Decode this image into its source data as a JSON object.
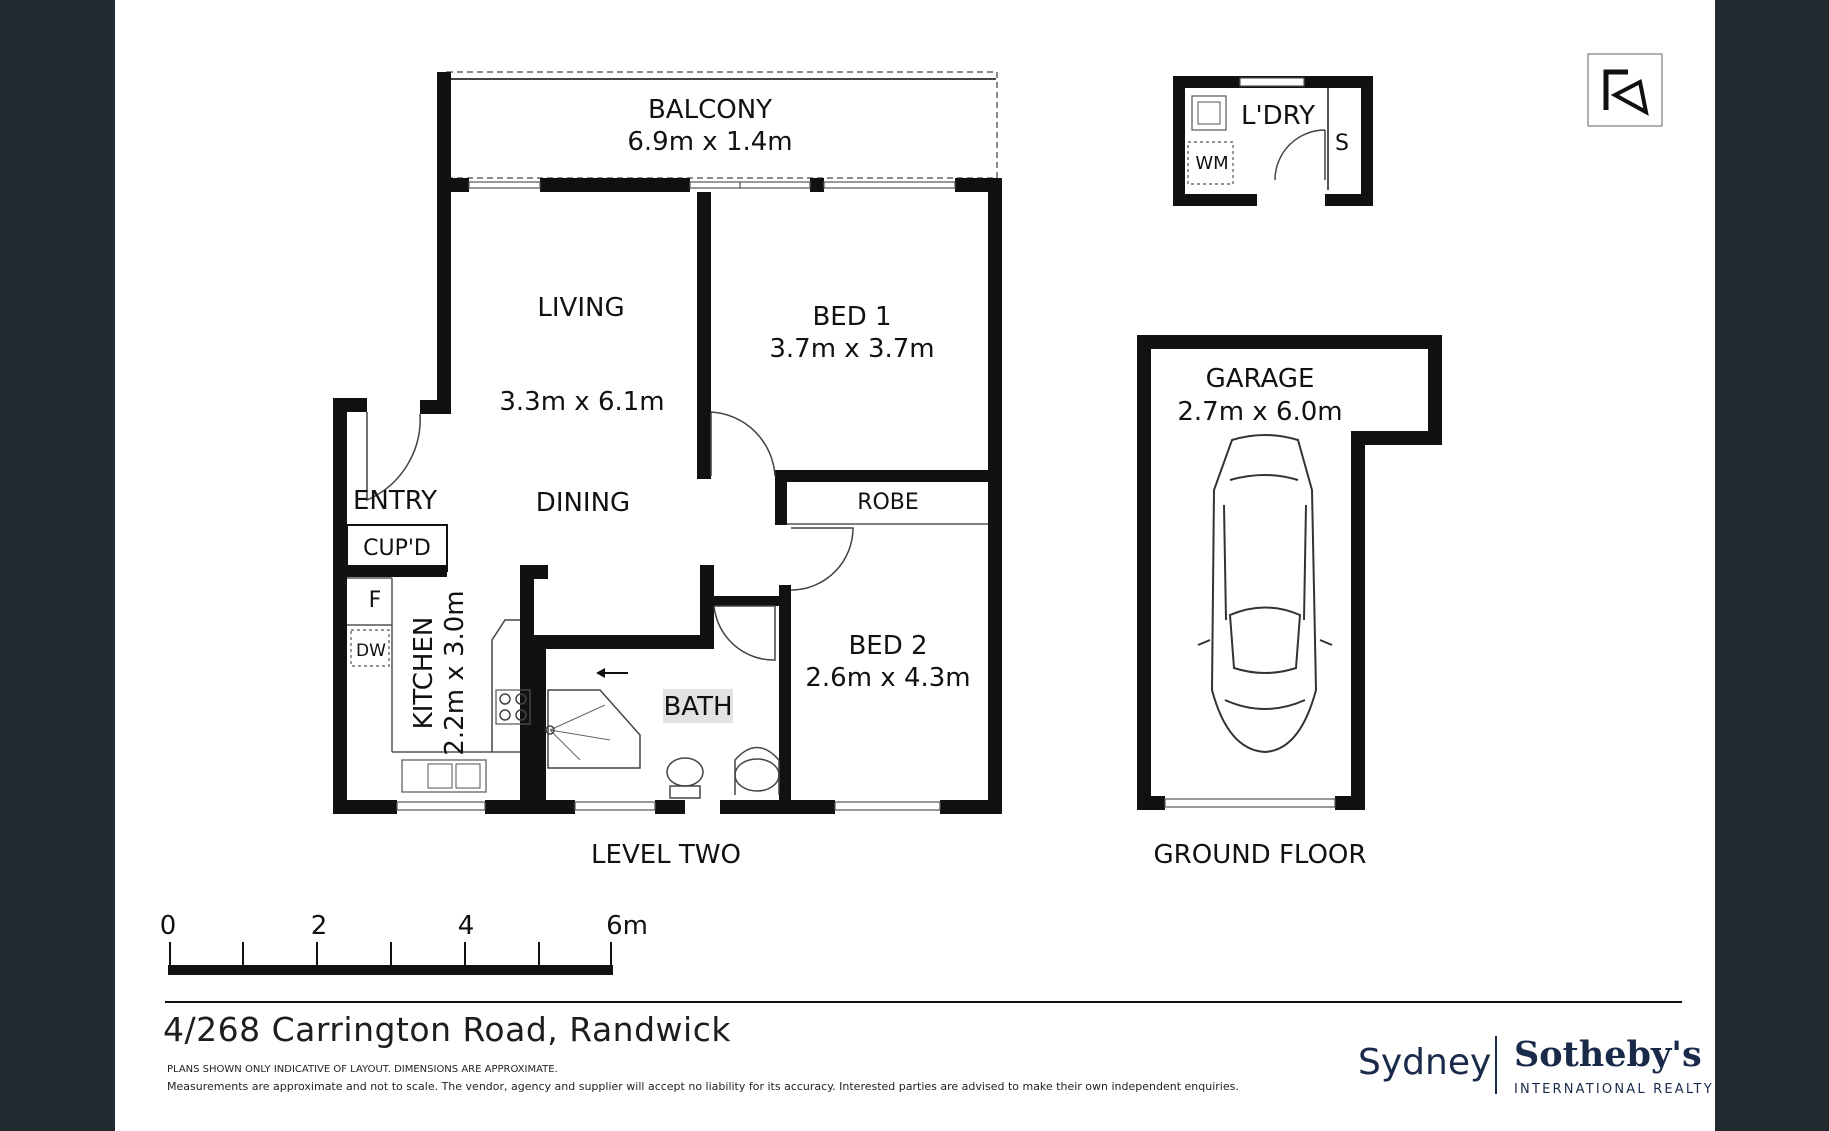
{
  "rooms": {
    "balcony": {
      "name": "BALCONY",
      "dims": "6.9m x 1.4m"
    },
    "living": {
      "name": "LIVING",
      "dims": "3.3m x 6.1m"
    },
    "dining": {
      "name": "DINING"
    },
    "bed1": {
      "name": "BED 1",
      "dims": "3.7m x 3.7m"
    },
    "entry": {
      "name": "ENTRY"
    },
    "cupd": {
      "name": "CUP'D"
    },
    "robe": {
      "name": "ROBE"
    },
    "bed2": {
      "name": "BED 2",
      "dims": "2.6m x 4.3m"
    },
    "kitchen": {
      "name": "KITCHEN",
      "dims": "2.2m x 3.0m"
    },
    "fridge": {
      "name": "F"
    },
    "dishwasher": {
      "name": "DW"
    },
    "bath": {
      "name": "BATH"
    },
    "laundry": {
      "name": "L'DRY"
    },
    "washing_machine": {
      "name": "WM"
    },
    "storage": {
      "name": "S"
    },
    "garage": {
      "name": "GARAGE",
      "dims": "2.7m x 6.0m"
    }
  },
  "levels": {
    "level_two": "LEVEL TWO",
    "ground_floor": "GROUND FLOOR"
  },
  "scale": {
    "labels": [
      "0",
      "2",
      "4",
      "6m"
    ]
  },
  "footer": {
    "address": "4/268 Carrington Road, Randwick",
    "disclaimer_1": "PLANS SHOWN ONLY INDICATIVE OF LAYOUT. DIMENSIONS ARE APPROXIMATE.",
    "disclaimer_2": "Measurements are approximate and not to scale. The vendor, agency and supplier will accept no liability for its accuracy. Interested parties are advised to make their own independent enquiries.",
    "brand_city": "Sydney",
    "brand_name": "Sotheby's",
    "brand_sub": "INTERNATIONAL REALTY"
  },
  "icons": {
    "compass": "compass-icon",
    "car": "car-icon"
  },
  "colors": {
    "background": "#222a30",
    "sheet": "#ffffff",
    "walls": "#111111",
    "brand": "#1a2a4a"
  }
}
